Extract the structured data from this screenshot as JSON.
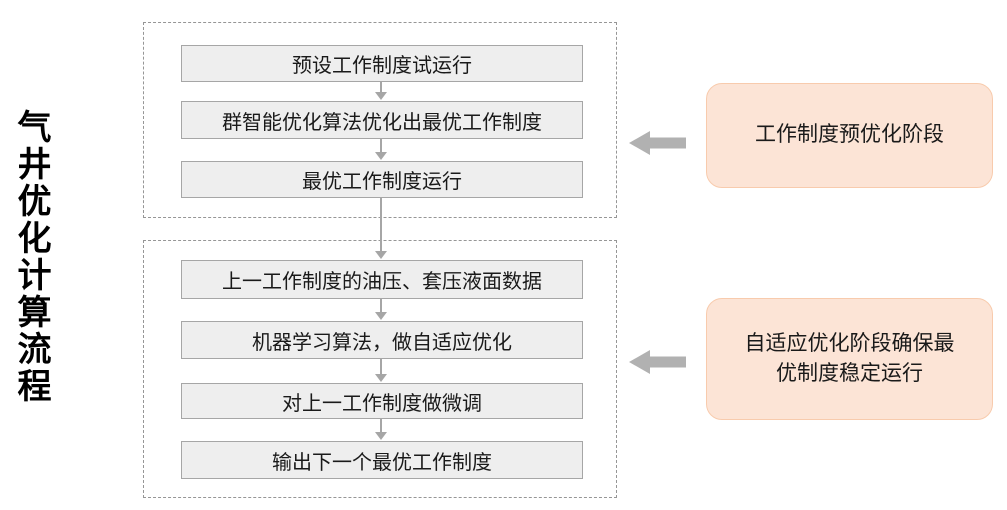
{
  "title": "气井优化计算流程",
  "stage1": {
    "steps": [
      "预设工作制度试运行",
      "群智能优化算法优化出最优工作制度",
      "最优工作制度运行"
    ]
  },
  "stage2": {
    "steps": [
      "上一工作制度的油压、套压液面数据",
      "机器学习算法，做自适应优化",
      "对上一工作制度做微调",
      "输出下一个最优工作制度"
    ]
  },
  "callouts": {
    "pre_optimization": "工作制度预优化阶段",
    "adaptive": "自适应优化阶段确保最\n优制度稳定运行"
  },
  "colors": {
    "step_fill": "#eeeeee",
    "step_border": "#a6a6a6",
    "callout_fill": "#fce4d6",
    "callout_border": "#f8cbad",
    "block_arrow": "#b1b1b1",
    "connector": "#a6a6a6",
    "stage_dashed_border": "#969696",
    "text": "#1a1a1a"
  }
}
